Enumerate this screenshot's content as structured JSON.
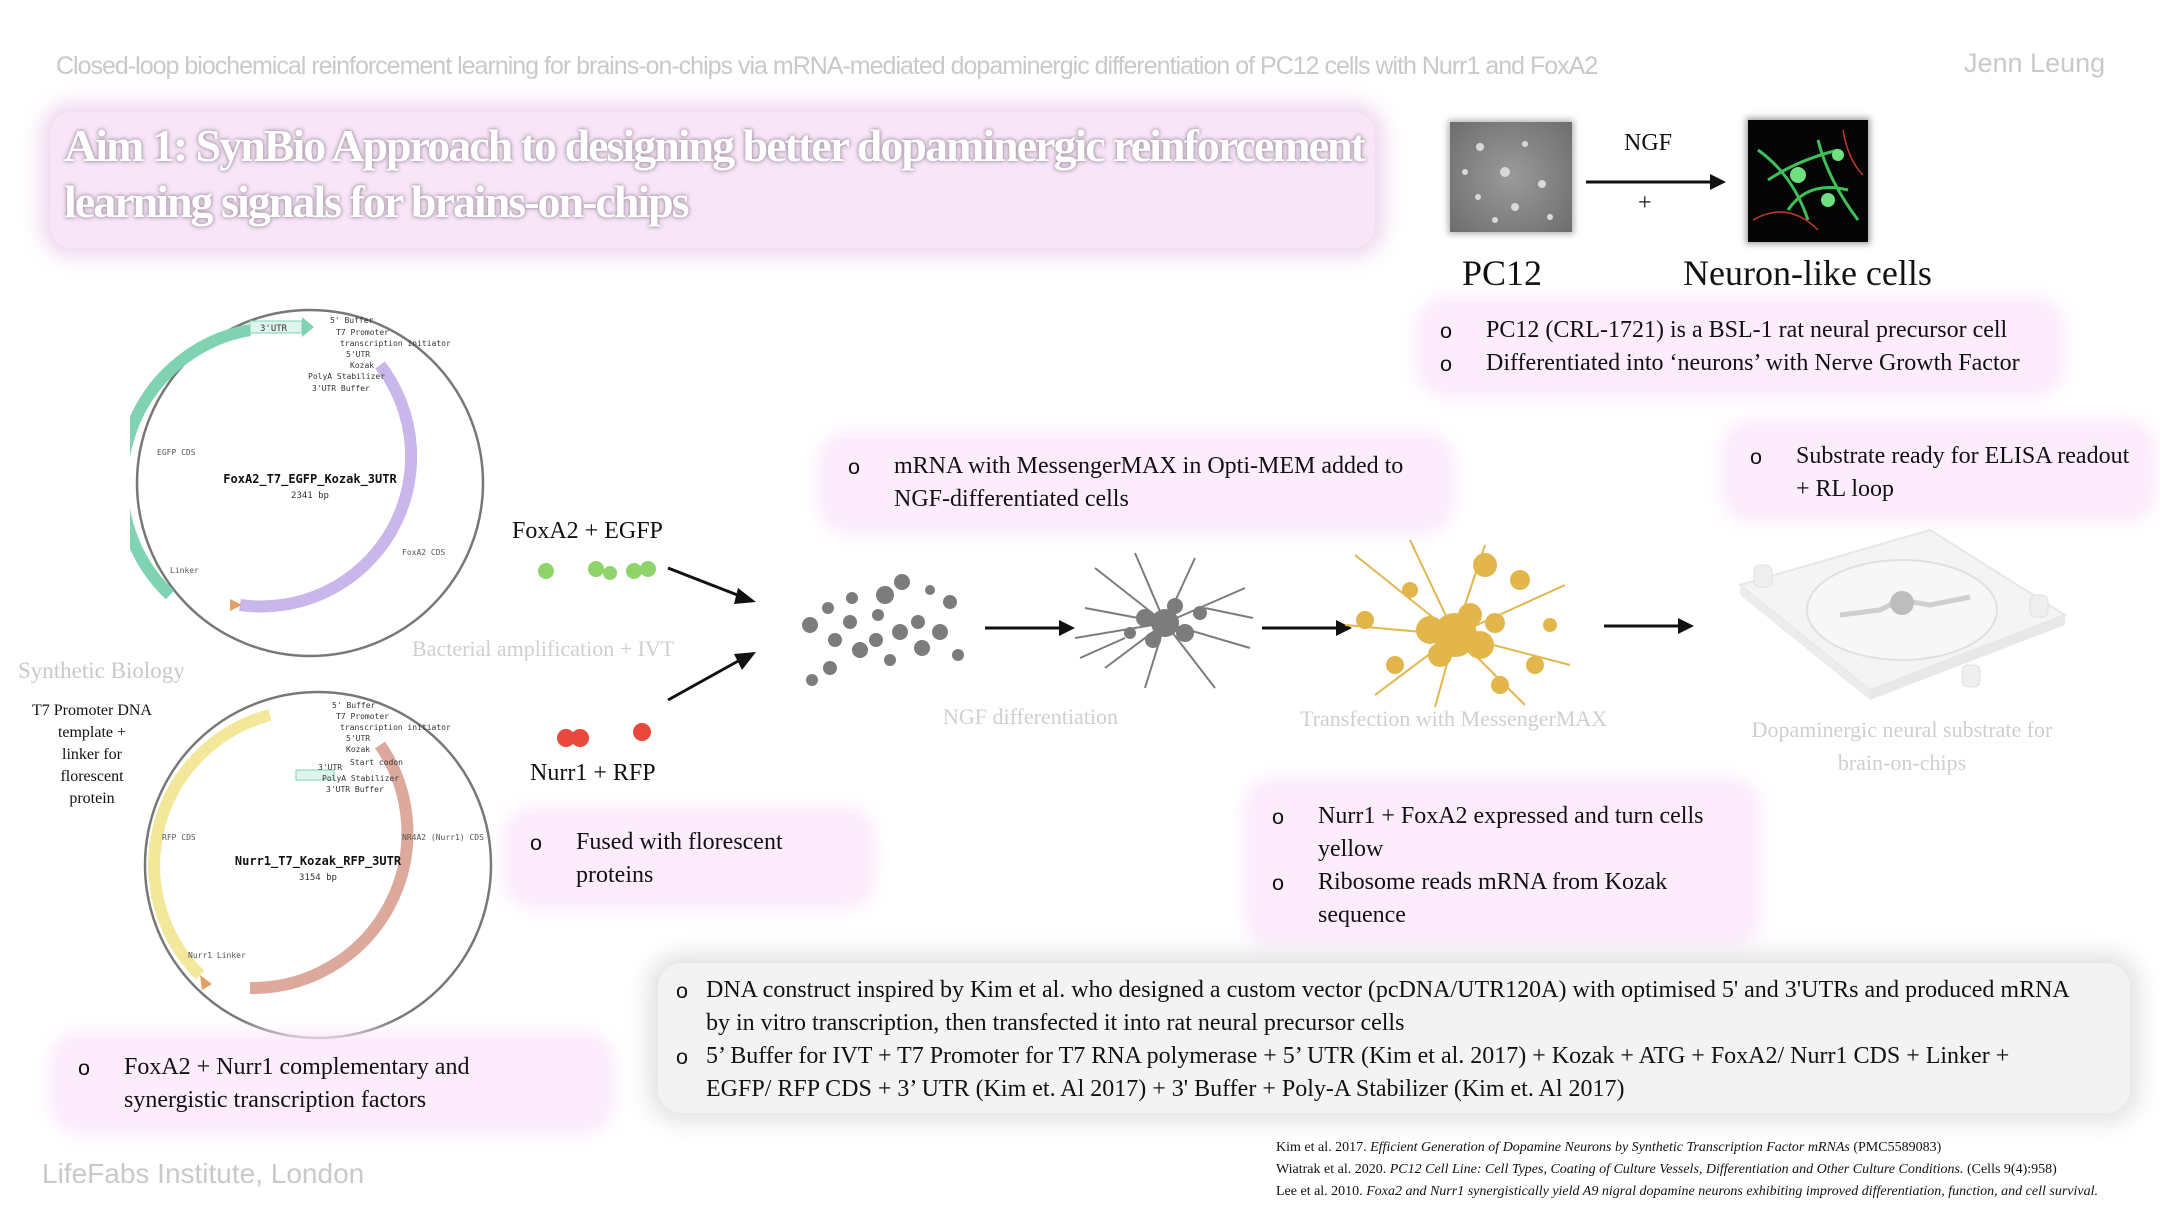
{
  "header": {
    "title": "Closed-loop biochemical reinforcement learning for brains-on-chips via mRNA-mediated dopaminergic differentiation of PC12 cells with Nurr1 and FoxA2",
    "author": "Jenn Leung"
  },
  "aim": {
    "line1": "Aim 1: SynBio Approach to designing better dopaminergic reinforcement",
    "line2": "learning signals for brains-on-chips"
  },
  "pc12": {
    "ngf_label": "NGF",
    "plus": "+",
    "left_label": "PC12",
    "right_label": "Neuron-like cells",
    "bullets": [
      "PC12 (CRL-1721) is a BSL-1 rat neural precursor cell",
      "Differentiated into ‘neurons’ with Nerve Growth Factor"
    ]
  },
  "plasmid1": {
    "name": "FoxA2_T7_EGFP_Kozak_3UTR",
    "size": "2341 bp",
    "features": [
      "5' Buffer",
      "T7 Promoter",
      "transcription initiator",
      "5'UTR",
      "Kozak",
      "PolyA Stabilizer",
      "3'UTR Buffer"
    ],
    "arc_labels": [
      "3'UTR",
      "EGFP CDS",
      "FoxA2 CDS",
      "Linker"
    ]
  },
  "plasmid2": {
    "name": "Nurr1_T7_Kozak_RFP_3UTR",
    "size": "3154 bp",
    "features": [
      "5' Buffer",
      "T7 Promoter",
      "transcription initiator",
      "5'UTR",
      "Kozak",
      "Start codon",
      "3'UTR",
      "PolyA Stabilizer",
      "3'UTR Buffer"
    ],
    "arc_labels": [
      "RFP CDS",
      "NR4A2 (Nurr1) CDS",
      "Nurr1 Linker"
    ]
  },
  "synbio": {
    "title": "Synthetic Biology",
    "desc_lines": [
      "T7 Promoter DNA",
      "template +",
      "linker for",
      "florescent",
      "protein"
    ]
  },
  "inputs": {
    "foxa2_label": "FoxA2 + EGFP",
    "nurr1_label": "Nurr1 + RFP",
    "amplification": "Bacterial amplification + IVT",
    "fused_bullet": [
      "Fused with florescent",
      "proteins"
    ]
  },
  "colors": {
    "egfp": "#8ed46a",
    "rfp": "#e9483c",
    "cells": "#7c7c7c",
    "transfected": "#e2b64a",
    "pink_box": "#fcecfc",
    "aim_box": "#f8e6f8"
  },
  "pipeline": {
    "mrna_bullet": [
      "mRNA with MessengerMAX in Opti-MEM added to",
      "NGF-differentiated cells"
    ],
    "ngf_diff": "NGF differentiation",
    "transfection": "Transfection with MessengerMAX",
    "substrate_bullet": [
      "Substrate ready for ELISA readout",
      "+ RL loop"
    ],
    "substrate_caption": [
      "Dopaminergic neural substrate for",
      "brain-on-chips"
    ],
    "expression_bullets": [
      [
        "Nurr1 + FoxA2 expressed and turn cells",
        "yellow"
      ],
      [
        "Ribosome reads mRNA from Kozak",
        "sequence"
      ]
    ]
  },
  "complementary": [
    "FoxA2 + Nurr1 complementary and",
    "synergistic transcription factors"
  ],
  "construct": {
    "bullets": [
      [
        "DNA construct inspired by Kim et al. who designed a custom vector (pcDNA/UTR120A) with optimised 5' and 3'UTRs and produced mRNA",
        "by in vitro transcription, then transfected it into rat neural precursor cells"
      ],
      [
        "5’ Buffer for IVT + T7 Promoter for T7 RNA polymerase + 5’ UTR (Kim et al. 2017) + Kozak + ATG + FoxA2/ Nurr1 CDS + Linker +",
        "EGFP/ RFP CDS + 3’ UTR (Kim et. Al 2017) + 3' Buffer + Poly-A Stabilizer (Kim et. Al 2017)"
      ]
    ]
  },
  "references": [
    {
      "prefix": "Kim et al. 2017. ",
      "title": "Efficient Generation of Dopamine Neurons by Synthetic Transcription Factor mRNAs",
      "suffix": " (PMC5589083)"
    },
    {
      "prefix": "Wiatrak et al. 2020. ",
      "title": "PC12 Cell Line: Cell Types, Coating of Culture Vessels, Differentiation and Other Culture Conditions.",
      "suffix": " (Cells 9(4):958)"
    },
    {
      "prefix": "Lee et al. 2010. ",
      "title": "Foxa2 and Nurr1 synergistically yield A9 nigral dopamine neurons exhibiting improved differentiation, function, and cell survival.",
      "suffix": ""
    }
  ],
  "footer": {
    "org": "LifeFabs Institute, London"
  }
}
